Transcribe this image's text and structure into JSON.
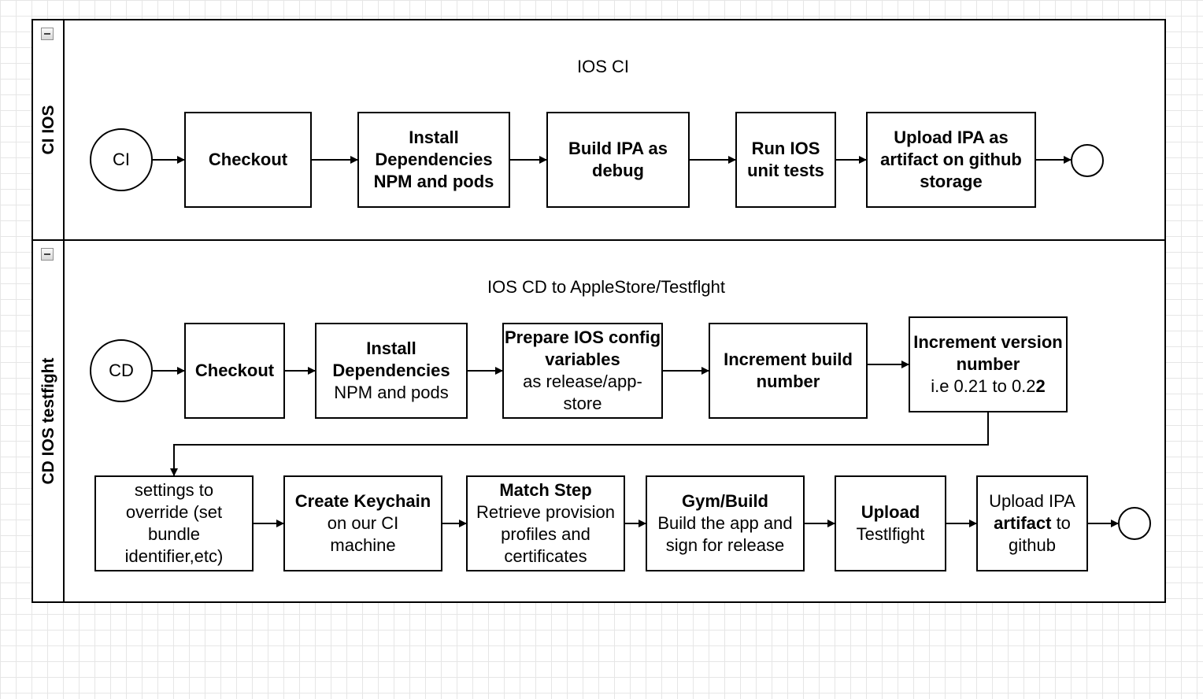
{
  "lanes": {
    "ci": {
      "title": "CI IOS",
      "caption": "IOS CI"
    },
    "cd": {
      "title": "CD IOS testfight",
      "caption": "IOS CD to AppleStore/Testflght"
    }
  },
  "ci_flow": {
    "start": "CI",
    "checkout": "Checkout",
    "install": "Install Dependencies NPM and pods",
    "build": "Build IPA as debug",
    "tests": "Run IOS unit tests",
    "upload": "Upload IPA as artifact on github storage"
  },
  "cd_flow": {
    "start": "CD",
    "checkout": "Checkout",
    "install_title": "Install Dependencies",
    "install_body": "NPM and pods",
    "prepare_title": "Prepare IOS config variables",
    "prepare_body": "as release/app-store",
    "build_number": "Increment build number",
    "version_title": "Increment version number",
    "version_body_prefix": "i.e 0.21 to 0.2",
    "version_body_emph": "2",
    "settings": "settings to override (set bundle identifier,etc)",
    "keychain_title": "Create Keychain",
    "keychain_body": "on our CI machine",
    "match_title": "Match Step",
    "match_body": "Retrieve provision profiles and certificates",
    "gym_title": "Gym/Build",
    "gym_body": "Build the app and sign for release",
    "upload_title": "Upload",
    "upload_body": "Testlfight",
    "artifact_pre": "Upload IPA",
    "artifact_emph": "artifact",
    "artifact_mid": "to",
    "artifact_post": "github"
  }
}
